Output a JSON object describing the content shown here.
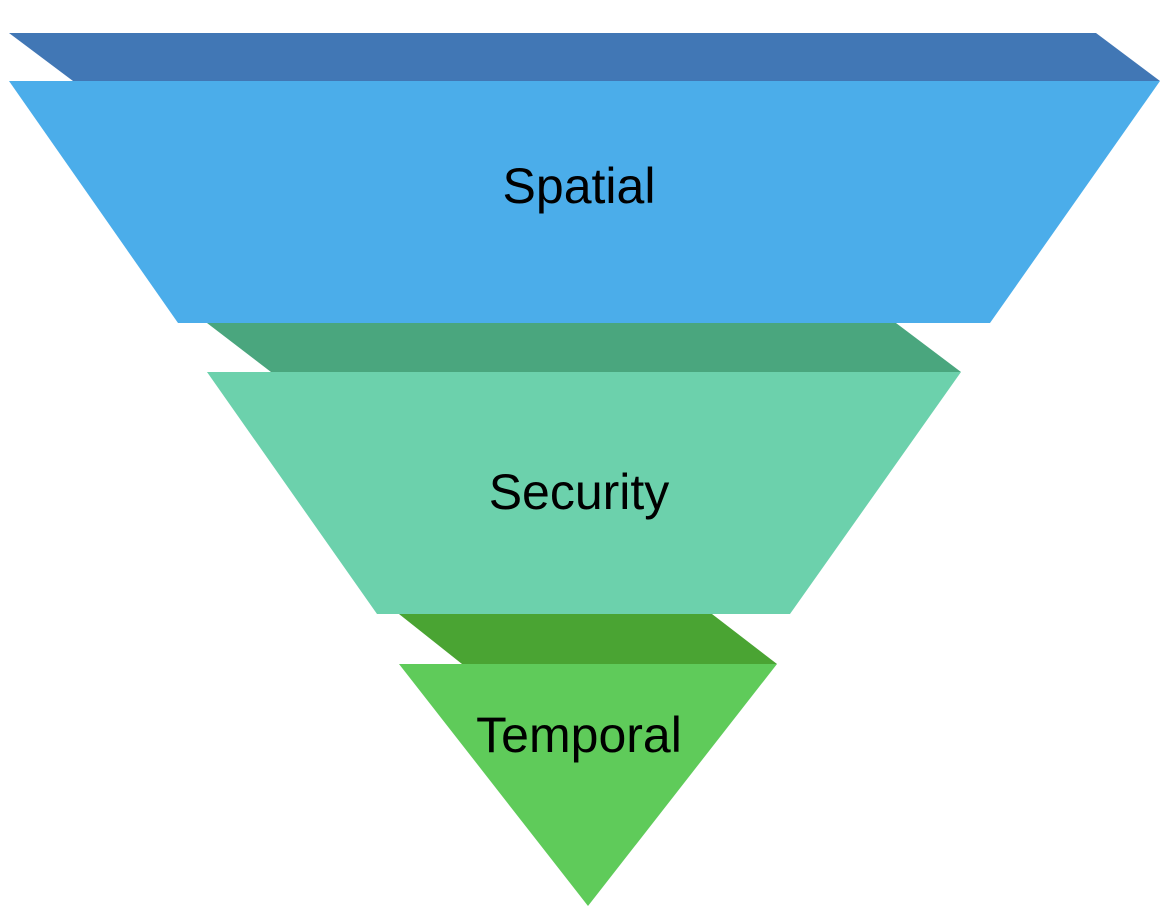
{
  "diagram": {
    "type": "inverted-funnel",
    "layers": [
      {
        "label": "Spatial",
        "colors": {
          "front": "#4BADEA",
          "top": "#4177B5"
        }
      },
      {
        "label": "Security",
        "colors": {
          "front": "#6CD1AC",
          "top": "#4AA67E"
        }
      },
      {
        "label": "Temporal",
        "colors": {
          "front": "#5FCB5A",
          "top": "#4AA433"
        }
      }
    ]
  }
}
